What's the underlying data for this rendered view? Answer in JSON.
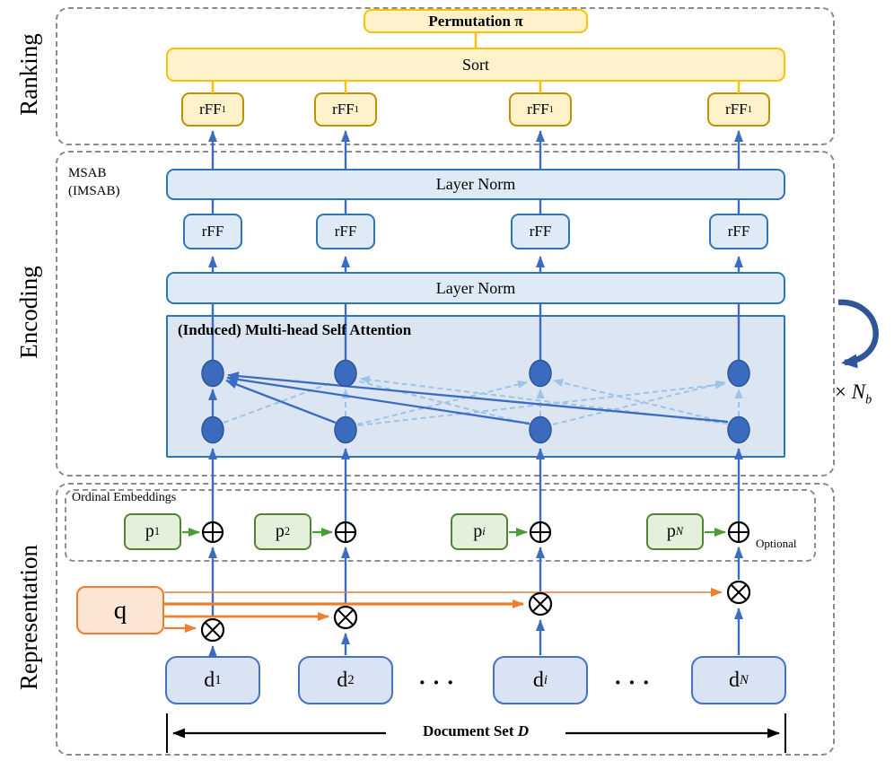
{
  "sections": {
    "ranking": {
      "label": "Ranking"
    },
    "encoding": {
      "label": "Encoding"
    },
    "representation": {
      "label": "Representation"
    }
  },
  "ranking": {
    "permutation_label": "Permutation π",
    "sort_label": "Sort",
    "rff": [
      {
        "base": "rFF",
        "sub": "1"
      },
      {
        "base": "rFF",
        "sub": "1"
      },
      {
        "base": "rFF",
        "sub": "1"
      },
      {
        "base": "rFF",
        "sub": "1"
      }
    ]
  },
  "encoding": {
    "msab_line1": "MSAB",
    "msab_line2": "(IMSAB)",
    "layer_norm_top": "Layer Norm",
    "layer_norm_bottom": "Layer Norm",
    "rff": [
      "rFF",
      "rFF",
      "rFF",
      "rFF"
    ],
    "msa_title": "(Induced) Multi-head Self Attention",
    "repeat": {
      "times": "×",
      "base": "N",
      "sub": "b"
    }
  },
  "representation": {
    "ordinal_label": "Ordinal Embeddings",
    "optional_label": "Optional",
    "p": [
      {
        "base": "p",
        "sub": "1"
      },
      {
        "base": "p",
        "sub": "2"
      },
      {
        "base": "p",
        "sub": "i"
      },
      {
        "base": "p",
        "sub": "N"
      }
    ],
    "query_label": "q",
    "d": [
      {
        "base": "d",
        "sub": "1"
      },
      {
        "base": "d",
        "sub": "2"
      },
      {
        "base": "d",
        "sub": "i"
      },
      {
        "base": "d",
        "sub": "N"
      }
    ],
    "ellipsis_1": "···",
    "ellipsis_2": "···",
    "doc_set": {
      "text": "Document Set",
      "italic": "D"
    }
  },
  "colors": {
    "yellow_fill": "#fef2cb",
    "yellow_border": "#ffc000",
    "gold_border": "#bf9000",
    "blue_fill": "#deeaf6",
    "blue_border": "#2e75b6",
    "msa_fill": "#dce6f3",
    "node_fill": "#3a6bbe",
    "node_border": "#2f5597",
    "flow_blue": "#3b6cc1",
    "light_attention": "#9dc3e6",
    "green_fill": "#e4f0dc",
    "green_border": "#538135",
    "green_arrow": "#4e9b3b",
    "orange": "#ed7d31",
    "orange_fill": "#fbe5d5",
    "doc_fill": "#dae3f3",
    "doc_border": "#4472c4",
    "dash_gray": "#8a8a8a"
  }
}
